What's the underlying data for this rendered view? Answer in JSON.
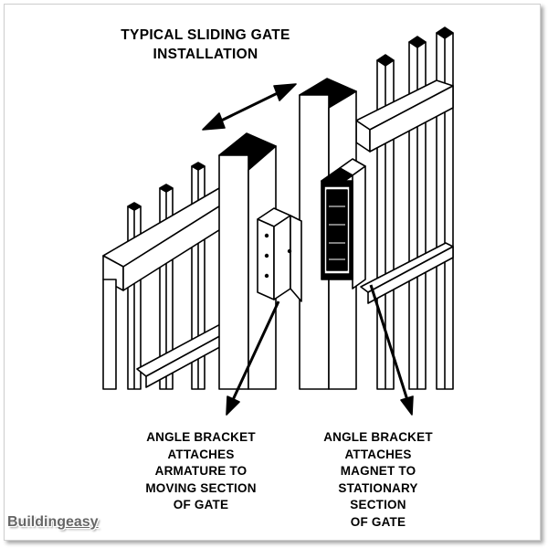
{
  "title": [
    "TYPICAL SLIDING GATE",
    "INSTALLATION"
  ],
  "captions": {
    "left": [
      "ANGLE BRACKET",
      "ATTACHES",
      "ARMATURE TO",
      "MOVING SECTION",
      "OF GATE"
    ],
    "right": [
      "ANGLE BRACKET",
      "ATTACHES",
      "MAGNET TO",
      "STATIONARY",
      "SECTION",
      "OF GATE"
    ]
  },
  "logo": {
    "part1": "Building",
    "part2": "easy"
  }
}
